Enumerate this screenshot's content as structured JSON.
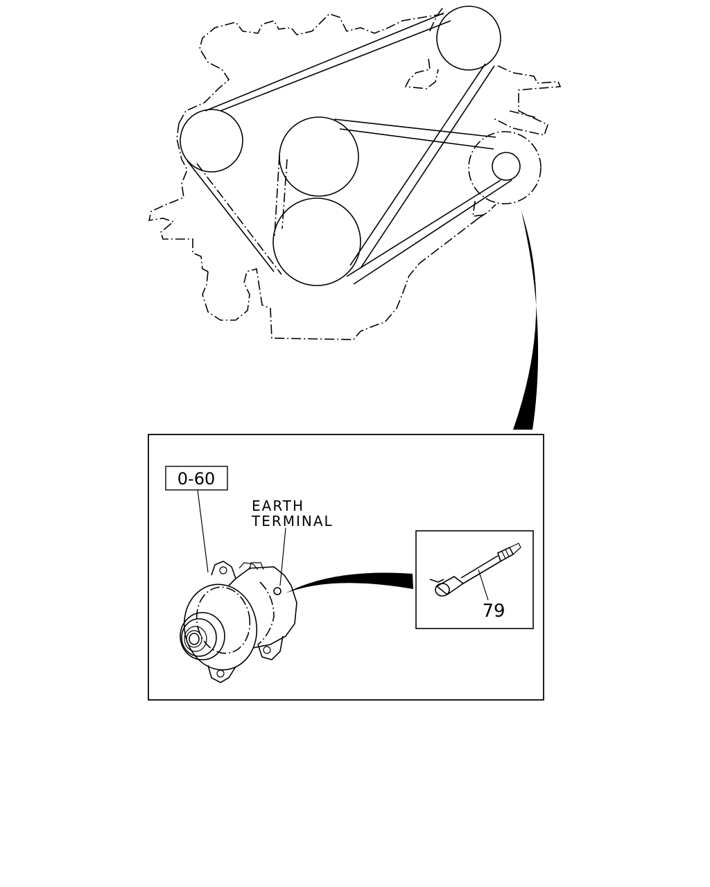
{
  "diagram": {
    "part_ref": "0-60",
    "earth_terminal_line1": "EARTH",
    "earth_terminal_line2": "TERMINAL",
    "part_number": "79"
  }
}
